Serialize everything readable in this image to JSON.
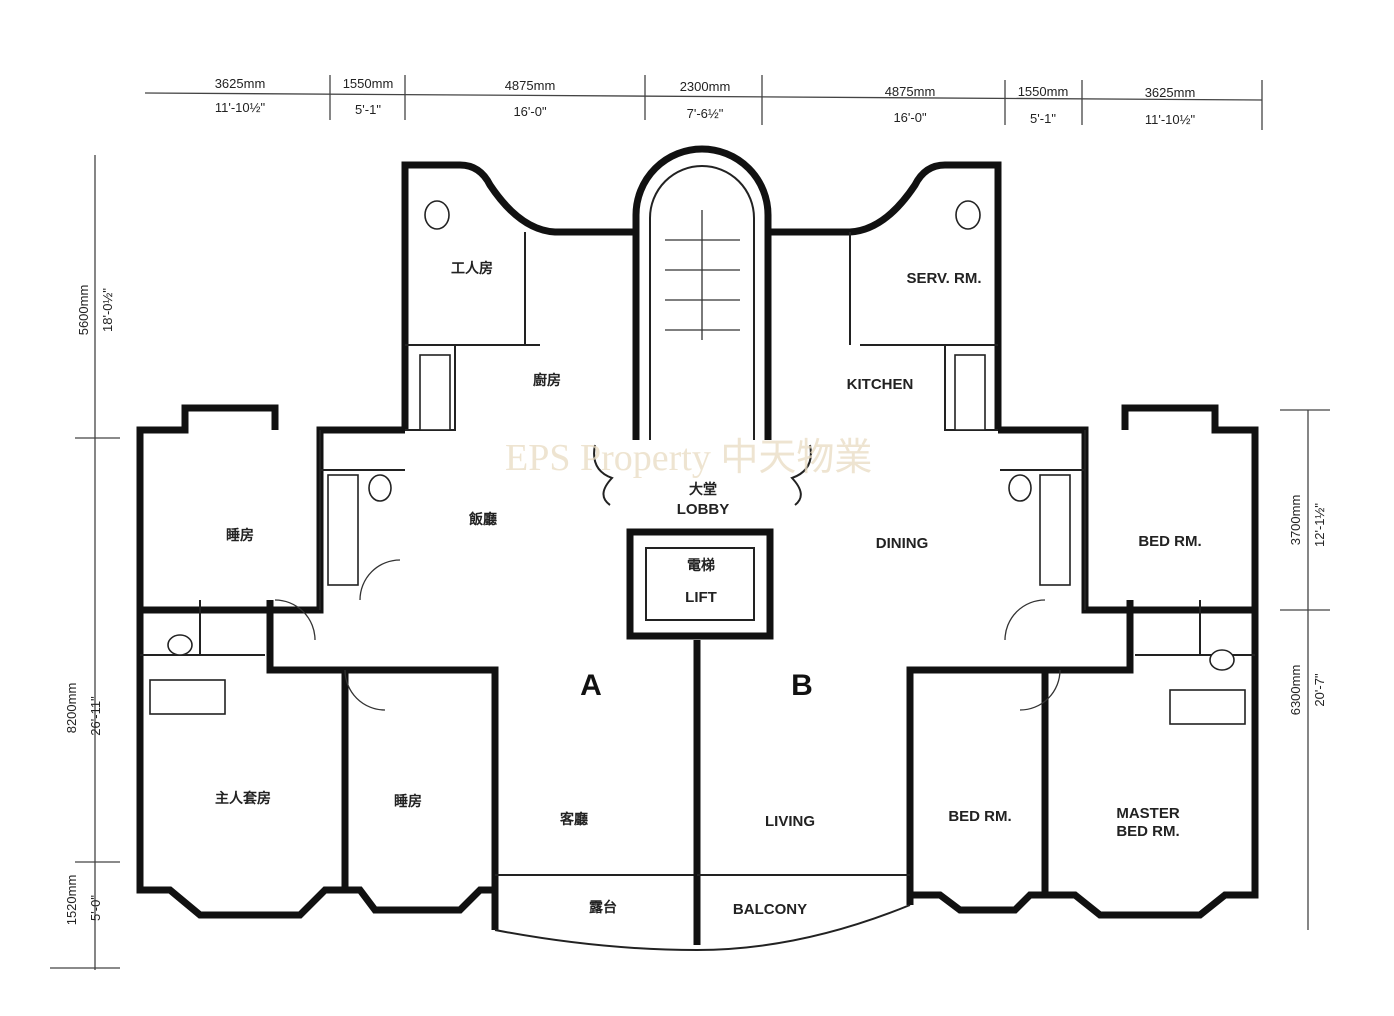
{
  "dimensions": {
    "top": [
      {
        "mm": "3625mm",
        "ft": "11'-10½\""
      },
      {
        "mm": "1550mm",
        "ft": "5'-1\""
      },
      {
        "mm": "4875mm",
        "ft": "16'-0\""
      },
      {
        "mm": "2300mm",
        "ft": "7'-6½\""
      },
      {
        "mm": "4875mm",
        "ft": "16'-0\""
      },
      {
        "mm": "1550mm",
        "ft": "5'-1\""
      },
      {
        "mm": "3625mm",
        "ft": "11'-10½\""
      }
    ],
    "left": [
      {
        "mm": "5600mm",
        "ft": "18'-0½\""
      },
      {
        "mm": "8200mm",
        "ft": "26'-11\""
      },
      {
        "mm": "1520mm",
        "ft": "5'-0\""
      }
    ],
    "right": [
      {
        "mm": "3700mm",
        "ft": "12'-1½\""
      },
      {
        "mm": "6300mm",
        "ft": "20'-7\""
      }
    ]
  },
  "units": {
    "a": "A",
    "b": "B"
  },
  "rooms": {
    "a_servant": "工人房",
    "a_kitchen": "廚房",
    "a_dining": "飯廳",
    "a_bedroom1": "睡房",
    "a_master": "主人套房",
    "a_bedroom2": "睡房",
    "a_living": "客廳",
    "a_balcony": "露台",
    "lobby_zh": "大堂",
    "lobby": "LOBBY",
    "lift_zh": "電梯",
    "lift": "LIFT",
    "b_servant": "SERV. RM.",
    "b_kitchen": "KITCHEN",
    "b_dining": "DINING",
    "b_bedroom1": "BED RM.",
    "b_bedroom2": "BED RM.",
    "b_master_1": "MASTER",
    "b_master_2": "BED RM.",
    "b_living": "LIVING",
    "b_balcony": "BALCONY"
  },
  "watermark": "EPS Property 中天物業"
}
